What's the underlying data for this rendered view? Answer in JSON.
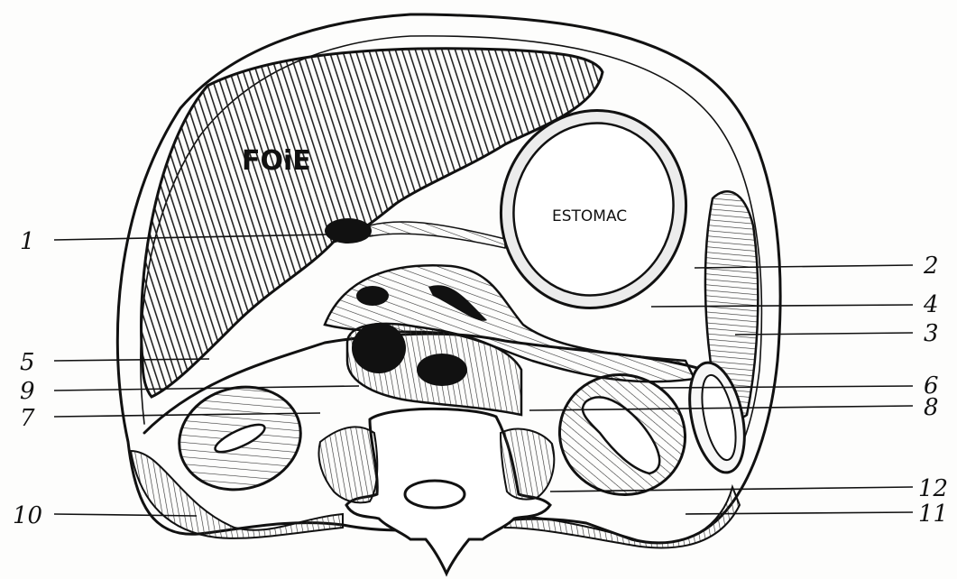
{
  "organ_labels": {
    "liver": "FOiE",
    "stomach": "ESTOMAC"
  },
  "callouts": {
    "left": [
      "1",
      "5",
      "9",
      "7",
      "10"
    ],
    "right": [
      "2",
      "4",
      "3",
      "6",
      "8",
      "12",
      "11"
    ]
  }
}
